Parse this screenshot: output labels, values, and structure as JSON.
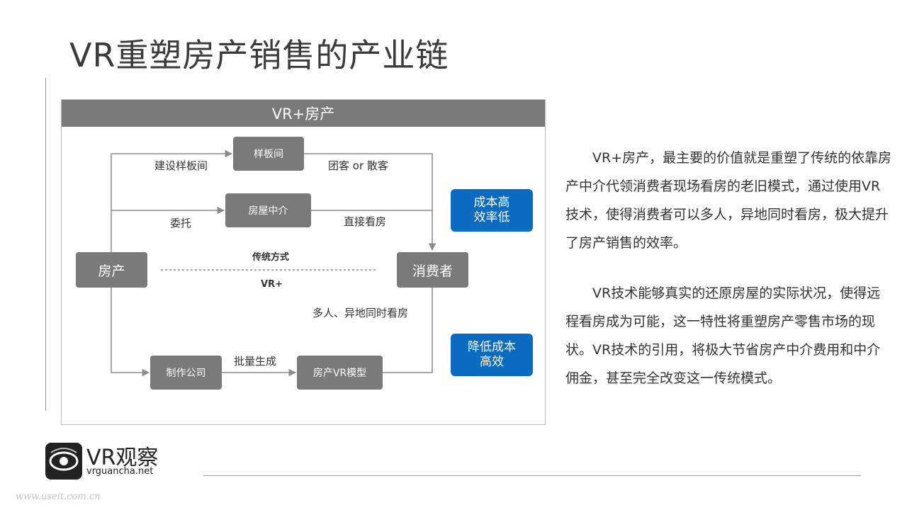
{
  "title": "VR重塑房产销售的产业链",
  "diagram": {
    "header": "VR+房产",
    "nodes": {
      "property": "房产",
      "consumer": "消费者",
      "showroom": "样板间",
      "agency": "房屋中介",
      "production": "制作公司",
      "vr_model": "房产VR模型"
    },
    "labels": {
      "build_showroom": "建设样板间",
      "group_or_individual": "团客 or 散客",
      "entrust": "委托",
      "direct_viewing": "直接看房",
      "traditional": "传统方式",
      "vr_plus": "VR+",
      "multi_remote": "多人、异地同时看房",
      "batch_generate": "批量生成"
    },
    "badges": {
      "high_cost": [
        "成本高",
        "效率低"
      ],
      "low_cost": [
        "降低成本",
        "高效"
      ]
    },
    "colors": {
      "node": "#7a7a7a",
      "badge": "#0b6bc1",
      "line": "#8c8c8c"
    }
  },
  "paragraphs": [
    "VR+房产，最主要的价值就是重塑了传统的依靠房产中介代领消费者现场看房的老旧模式，通过使用VR技术，使得消费者可以多人，异地同时看房，极大提升了房产销售的效率。",
    "VR技术能够真实的还原房屋的实际状况，使得远程看房成为可能，这一特性将重塑房产零售市场的现状。VR技术的引用，将极大节省房产中介费用和中介佣金，甚至完全改变这一传统模式。"
  ],
  "logo": {
    "name": "VR观察",
    "url": "vrguancha.net",
    "mark_icon": "vr-eye-logo-icon"
  },
  "watermark": "www.useit.com.cn"
}
